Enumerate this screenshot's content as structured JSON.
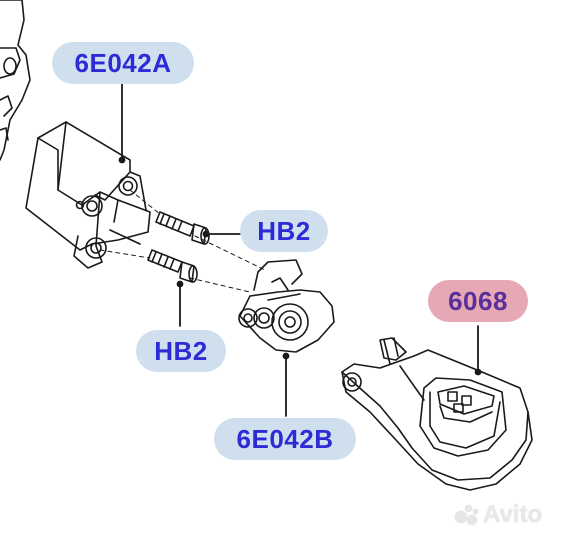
{
  "diagram": {
    "labels": {
      "bracket": "6E042A",
      "bolt_upper": "HB2",
      "bolt_lower": "HB2",
      "bushing": "6E042B",
      "mount": "6068"
    },
    "colors": {
      "label_bg_blue": "#cfdfee",
      "label_text_blue": "#2d2bd6",
      "label_bg_red": "#e5a8b4",
      "label_text_red": "#5a2f9a",
      "line_art": "#1a1a1a"
    }
  },
  "watermark": {
    "text": "Avito"
  }
}
